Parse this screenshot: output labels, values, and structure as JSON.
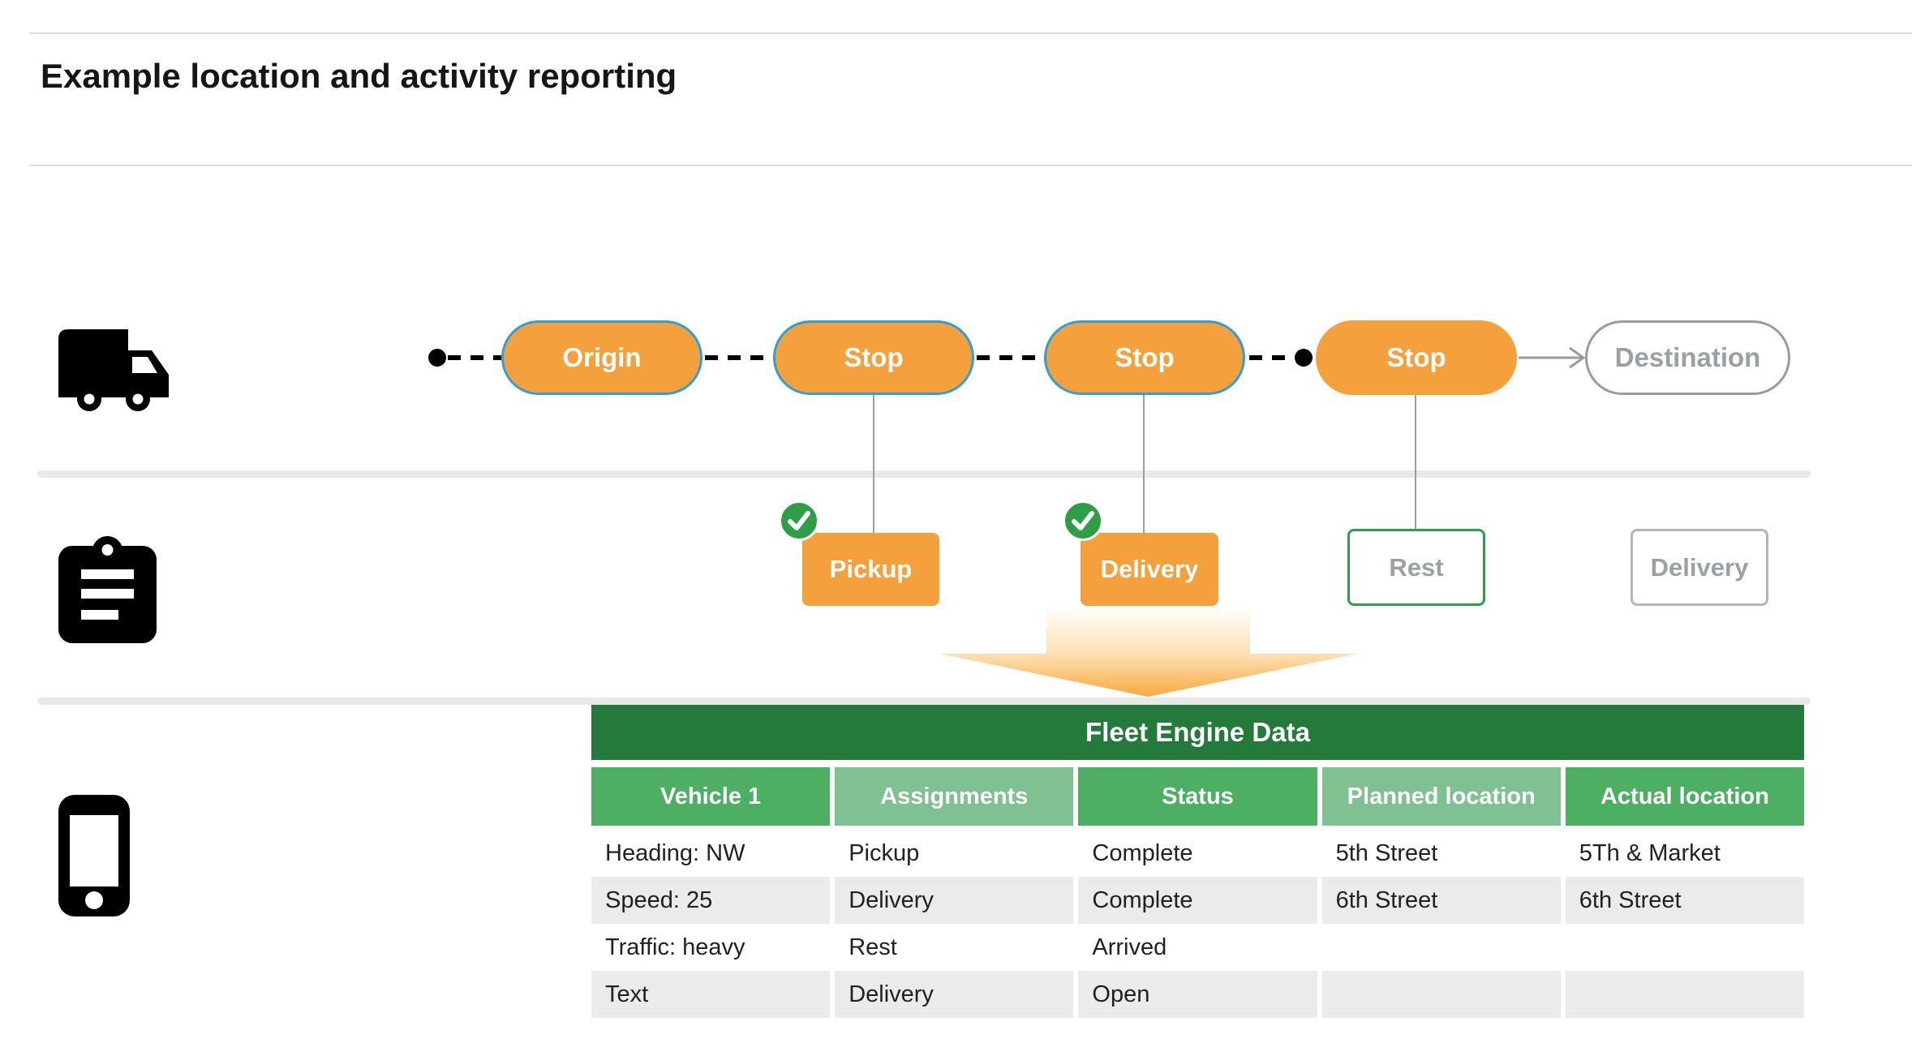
{
  "page": {
    "title": "Example location and activity reporting"
  },
  "route": {
    "nodes": [
      {
        "label": "Origin",
        "style": "orange-blue-outline"
      },
      {
        "label": "Stop",
        "style": "orange-blue-outline"
      },
      {
        "label": "Stop",
        "style": "orange-blue-outline"
      },
      {
        "label": "Stop",
        "style": "orange-plain"
      },
      {
        "label": "Destination",
        "style": "white-gray-outline"
      }
    ]
  },
  "activities": [
    {
      "label": "Pickup",
      "checked": true,
      "style": "orange-filled"
    },
    {
      "label": "Delivery",
      "checked": true,
      "style": "orange-filled"
    },
    {
      "label": "Rest",
      "checked": false,
      "style": "green-outline"
    },
    {
      "label": "Delivery",
      "checked": false,
      "style": "gray-outline"
    }
  ],
  "table": {
    "title": "Fleet Engine Data",
    "columns": [
      "Vehicle 1",
      "Assignments",
      "Status",
      "Planned location",
      "Actual location"
    ],
    "rows": [
      [
        "Heading: NW",
        "Pickup",
        "Complete",
        "5th Street",
        "5Th & Market"
      ],
      [
        "Speed: 25",
        "Delivery",
        "Complete",
        "6th Street",
        "6th Street"
      ],
      [
        "Traffic: heavy",
        "Rest",
        "Arrived",
        "",
        ""
      ],
      [
        "Text",
        "Delivery",
        "Open",
        "",
        ""
      ]
    ]
  },
  "icons": {
    "truck": "truck-icon",
    "clipboard": "clipboard-icon",
    "smartphone": "smartphone-icon",
    "check": "check-icon",
    "down_arrow": "down-arrow-icon"
  },
  "colors": {
    "orange": "#F4A03C",
    "blue_outline": "#2E9FD9",
    "green_dark": "#237A3A",
    "green_mid": "#4CAF62",
    "green_light": "#7FC190",
    "green_check": "#2E9E47",
    "gray_text": "#9AA0A6",
    "row_alt": "#EBEBEB"
  }
}
